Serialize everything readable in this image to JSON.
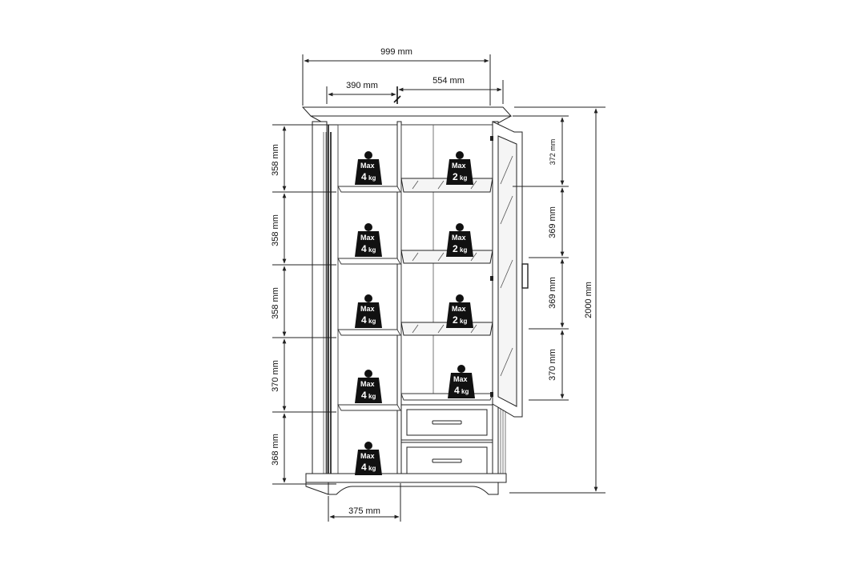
{
  "dimensions": {
    "total_width": "999 mm",
    "left_section_width": "390 mm",
    "right_section_width": "554 mm",
    "left_heights": [
      "358 mm",
      "358 mm",
      "358 mm",
      "370 mm",
      "368 mm"
    ],
    "right_heights": [
      "372 mm",
      "369 mm",
      "369 mm",
      "370 mm"
    ],
    "total_height": "2000 mm",
    "depth": "375 mm"
  },
  "weights": {
    "max_label": "Max",
    "unit": "kg",
    "left": [
      "4",
      "4",
      "4",
      "4",
      "4"
    ],
    "right": [
      "2",
      "2",
      "2",
      "4"
    ]
  }
}
